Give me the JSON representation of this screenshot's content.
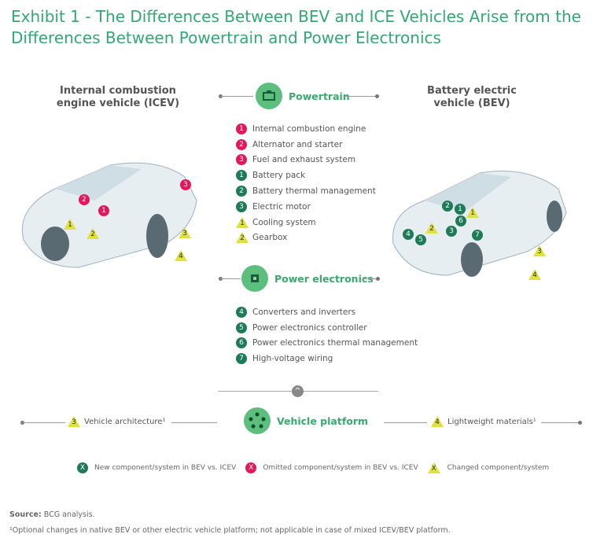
{
  "title": "Exhibit 1 - The Differences Between BEV and ICE Vehicles Arise from the Differences Between Powertrain and Power Electronics",
  "icev_title": "Internal combustion engine vehicle (ICEV)",
  "bev_title": "Battery electric vehicle (BEV)",
  "powertrain": {
    "label": "Powertrain",
    "items": [
      {
        "type": "omitted",
        "num": "1",
        "label": "Internal combustion engine"
      },
      {
        "type": "omitted",
        "num": "2",
        "label": "Alternator and starter"
      },
      {
        "type": "omitted",
        "num": "3",
        "label": "Fuel and exhaust system"
      },
      {
        "type": "new",
        "num": "1",
        "label": "Battery pack"
      },
      {
        "type": "new",
        "num": "2",
        "label": "Battery thermal management"
      },
      {
        "type": "new",
        "num": "3",
        "label": "Electric motor"
      },
      {
        "type": "changed",
        "num": "1",
        "label": "Cooling system"
      },
      {
        "type": "changed",
        "num": "2",
        "label": "Gearbox"
      }
    ]
  },
  "power_electronics": {
    "label": "Power electronics",
    "items": [
      {
        "type": "new",
        "num": "4",
        "label": "Converters and inverters"
      },
      {
        "type": "new",
        "num": "5",
        "label": "Power electronics controller"
      },
      {
        "type": "new",
        "num": "6",
        "label": "Power electronics thermal management"
      },
      {
        "type": "new",
        "num": "7",
        "label": "High-voltage wiring"
      }
    ]
  },
  "platform": {
    "label": "Vehicle platform",
    "left": {
      "num": "3",
      "label": "Vehicle architecture¹"
    },
    "right": {
      "num": "4",
      "label": "Lightweight materials¹"
    }
  },
  "legend": {
    "symbol": "X",
    "new": "New component/system in BEV vs. ICEV",
    "omitted": "Omitted component/system in BEV vs. ICEV",
    "changed": "Changed component/system"
  },
  "source_label": "Source:",
  "source": "BCG analysis.",
  "footnote": "¹Optional changes in native BEV or other electric vehicle platform; not applicable in case of mixed ICEV/BEV platform.",
  "colors": {
    "accent": "#32a873",
    "omitted": "#e2185b",
    "new": "#1f7a57",
    "changed": "#dfe23c"
  }
}
